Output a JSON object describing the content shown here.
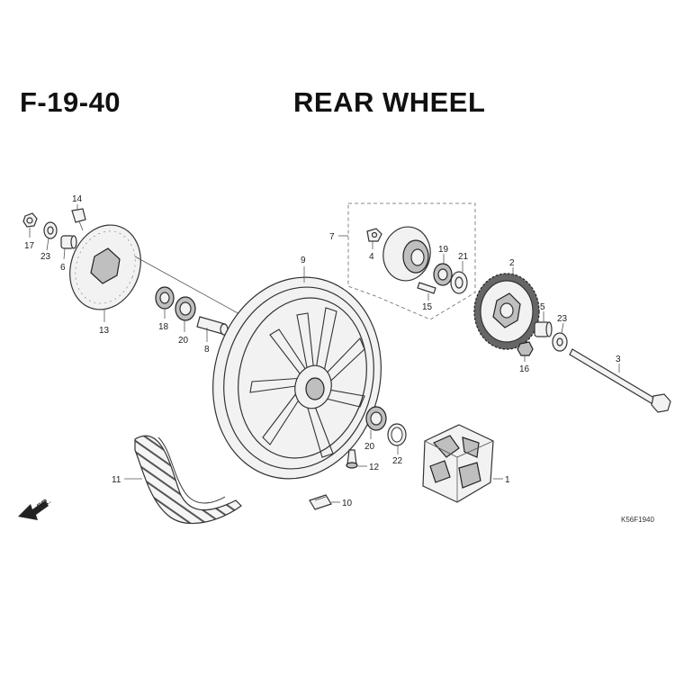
{
  "header": {
    "code": "F-19-40",
    "title": "REAR WHEEL"
  },
  "direction_label": "FR.",
  "drawing_ref": "K56F1940",
  "callouts": {
    "c1": "1",
    "c2": "2",
    "c3": "3",
    "c4": "4",
    "c5": "5",
    "c6": "6",
    "c7": "7",
    "c8": "8",
    "c9": "9",
    "c10": "10",
    "c11": "11",
    "c12": "12",
    "c13": "13",
    "c14": "14",
    "c15": "15",
    "c16": "16",
    "c17": "17",
    "c18": "18",
    "c19": "19",
    "c20a": "20",
    "c20b": "20",
    "c21": "21",
    "c22": "22",
    "c23a": "23",
    "c23b": "23"
  }
}
